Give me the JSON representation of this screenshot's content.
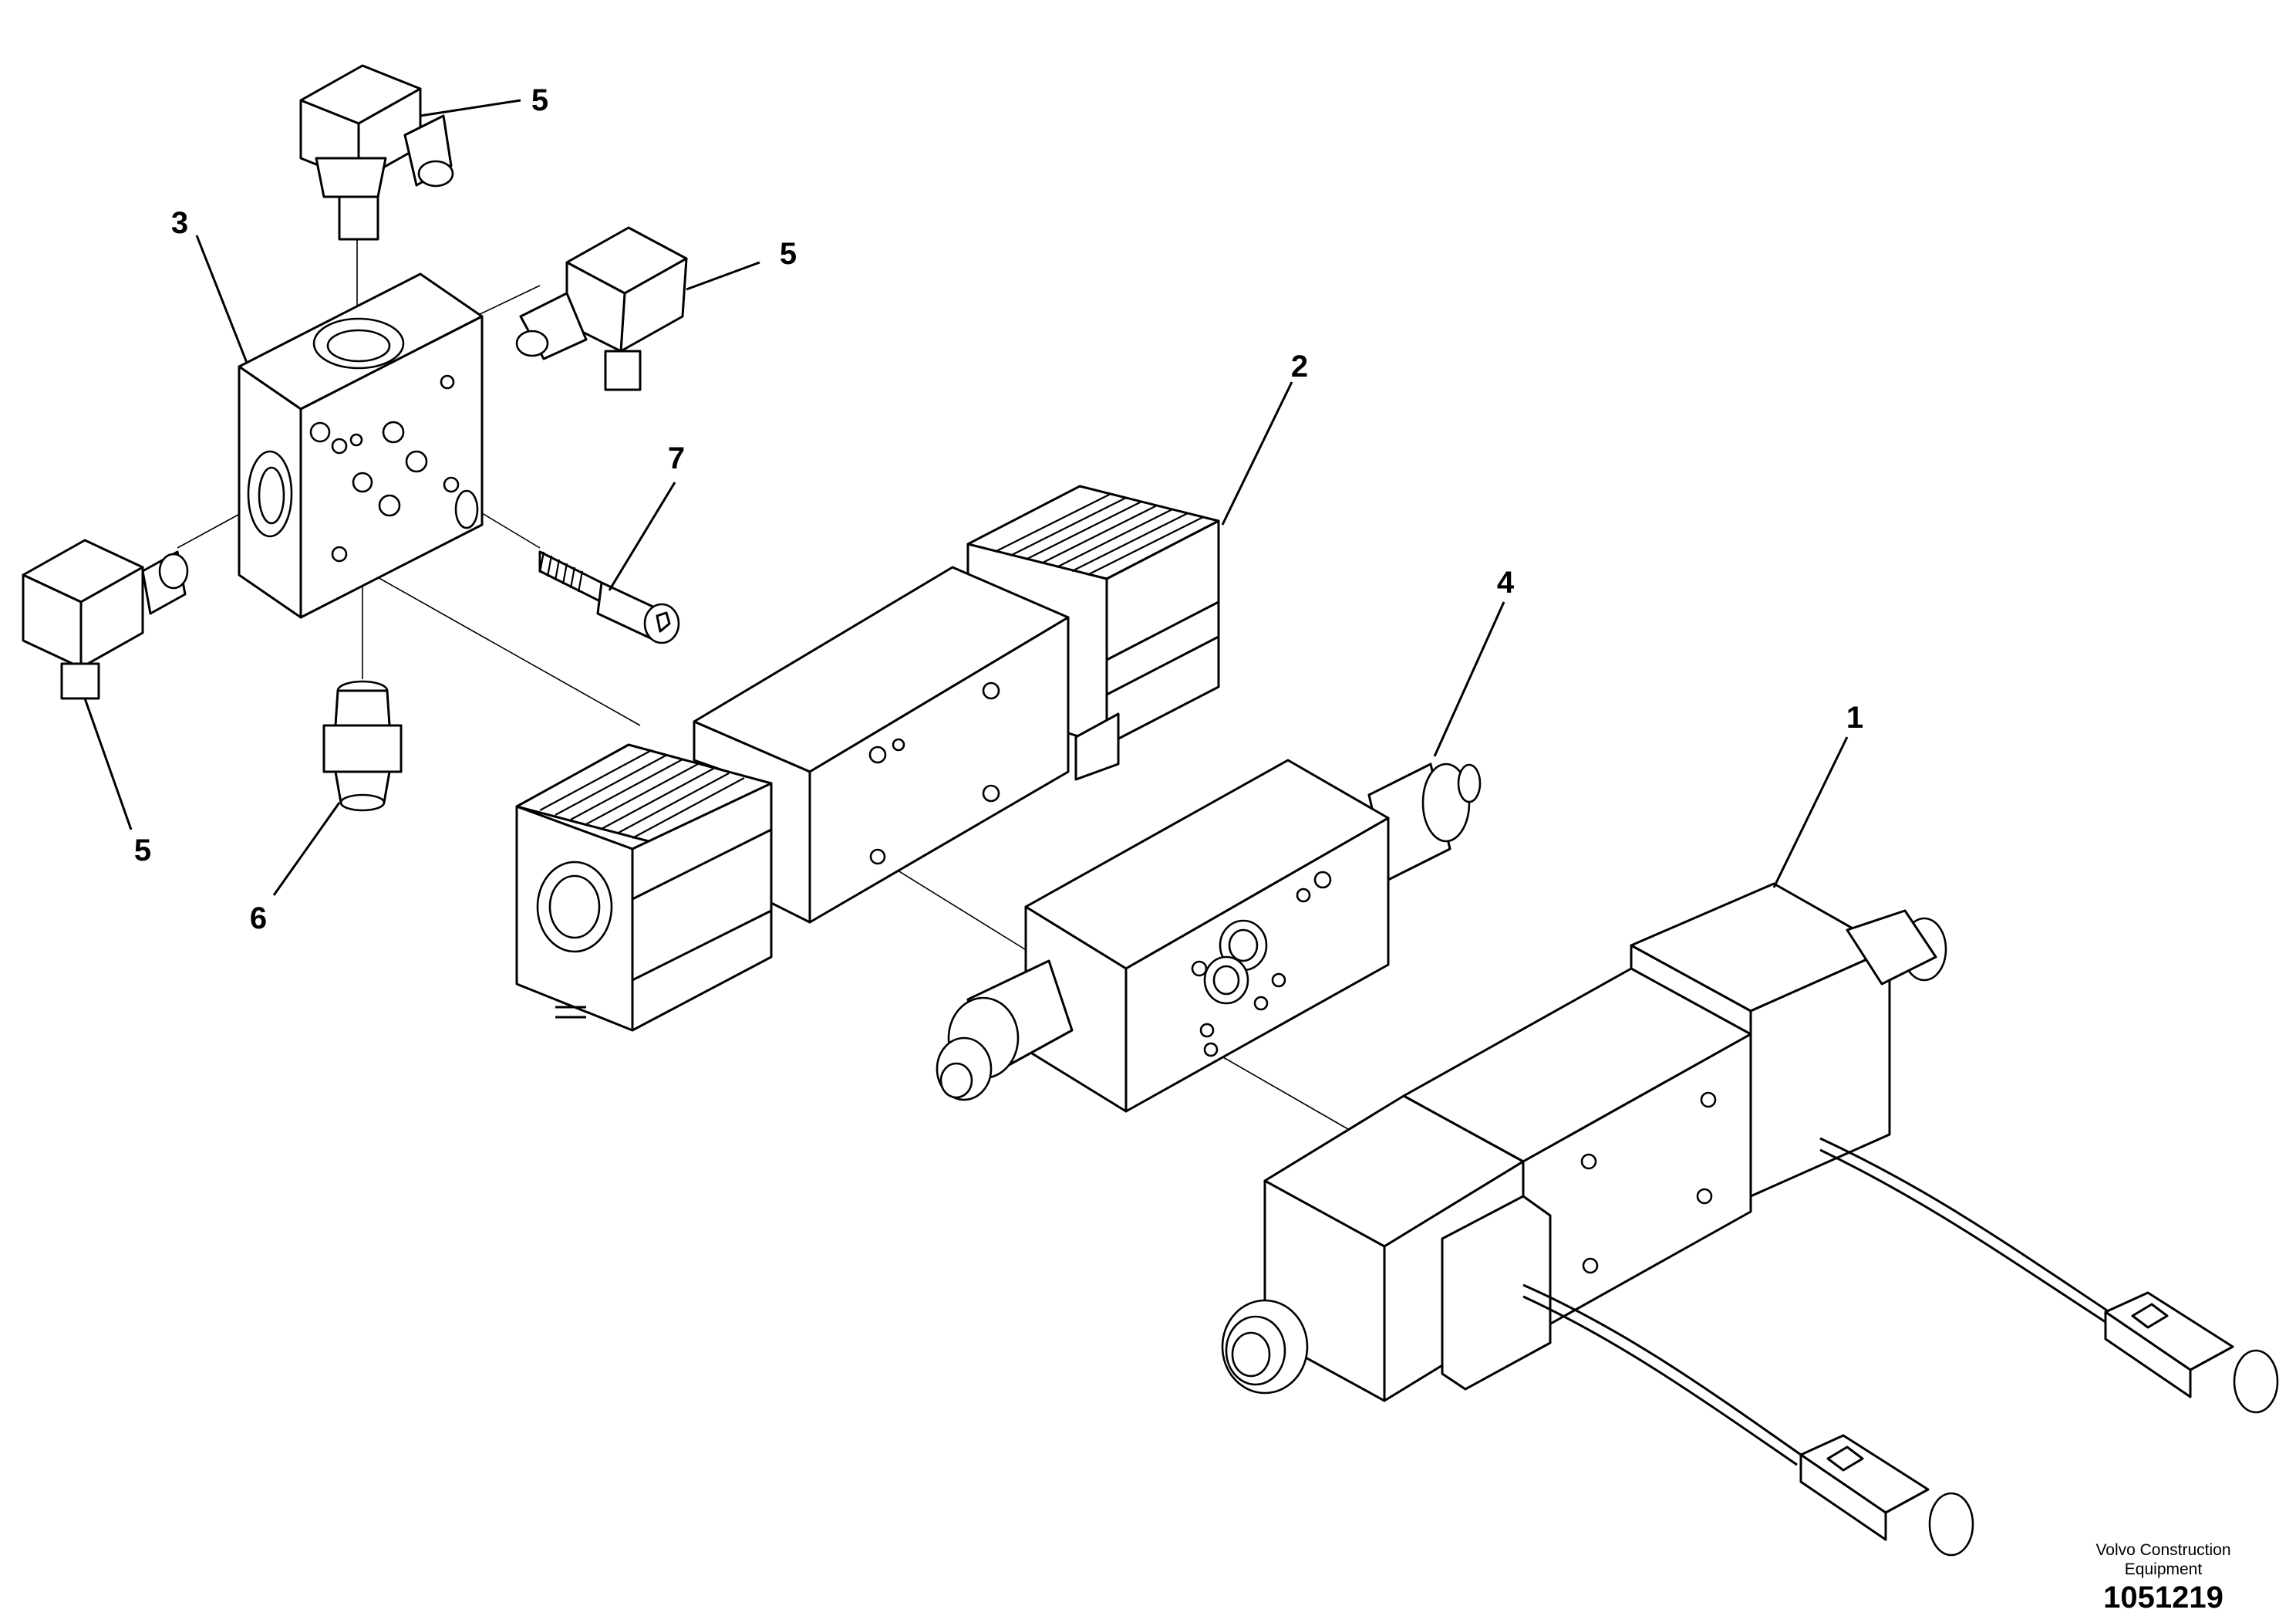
{
  "callouts": [
    {
      "id": "1",
      "label": "1"
    },
    {
      "id": "2",
      "label": "2"
    },
    {
      "id": "3",
      "label": "3"
    },
    {
      "id": "4",
      "label": "4"
    },
    {
      "id": "5a",
      "label": "5"
    },
    {
      "id": "5b",
      "label": "5"
    },
    {
      "id": "5c",
      "label": "5"
    },
    {
      "id": "6",
      "label": "6"
    },
    {
      "id": "7",
      "label": "7"
    }
  ],
  "footer": {
    "brand_line1": "Volvo Construction",
    "brand_line2": "Equipment",
    "document_number": "1051219"
  }
}
